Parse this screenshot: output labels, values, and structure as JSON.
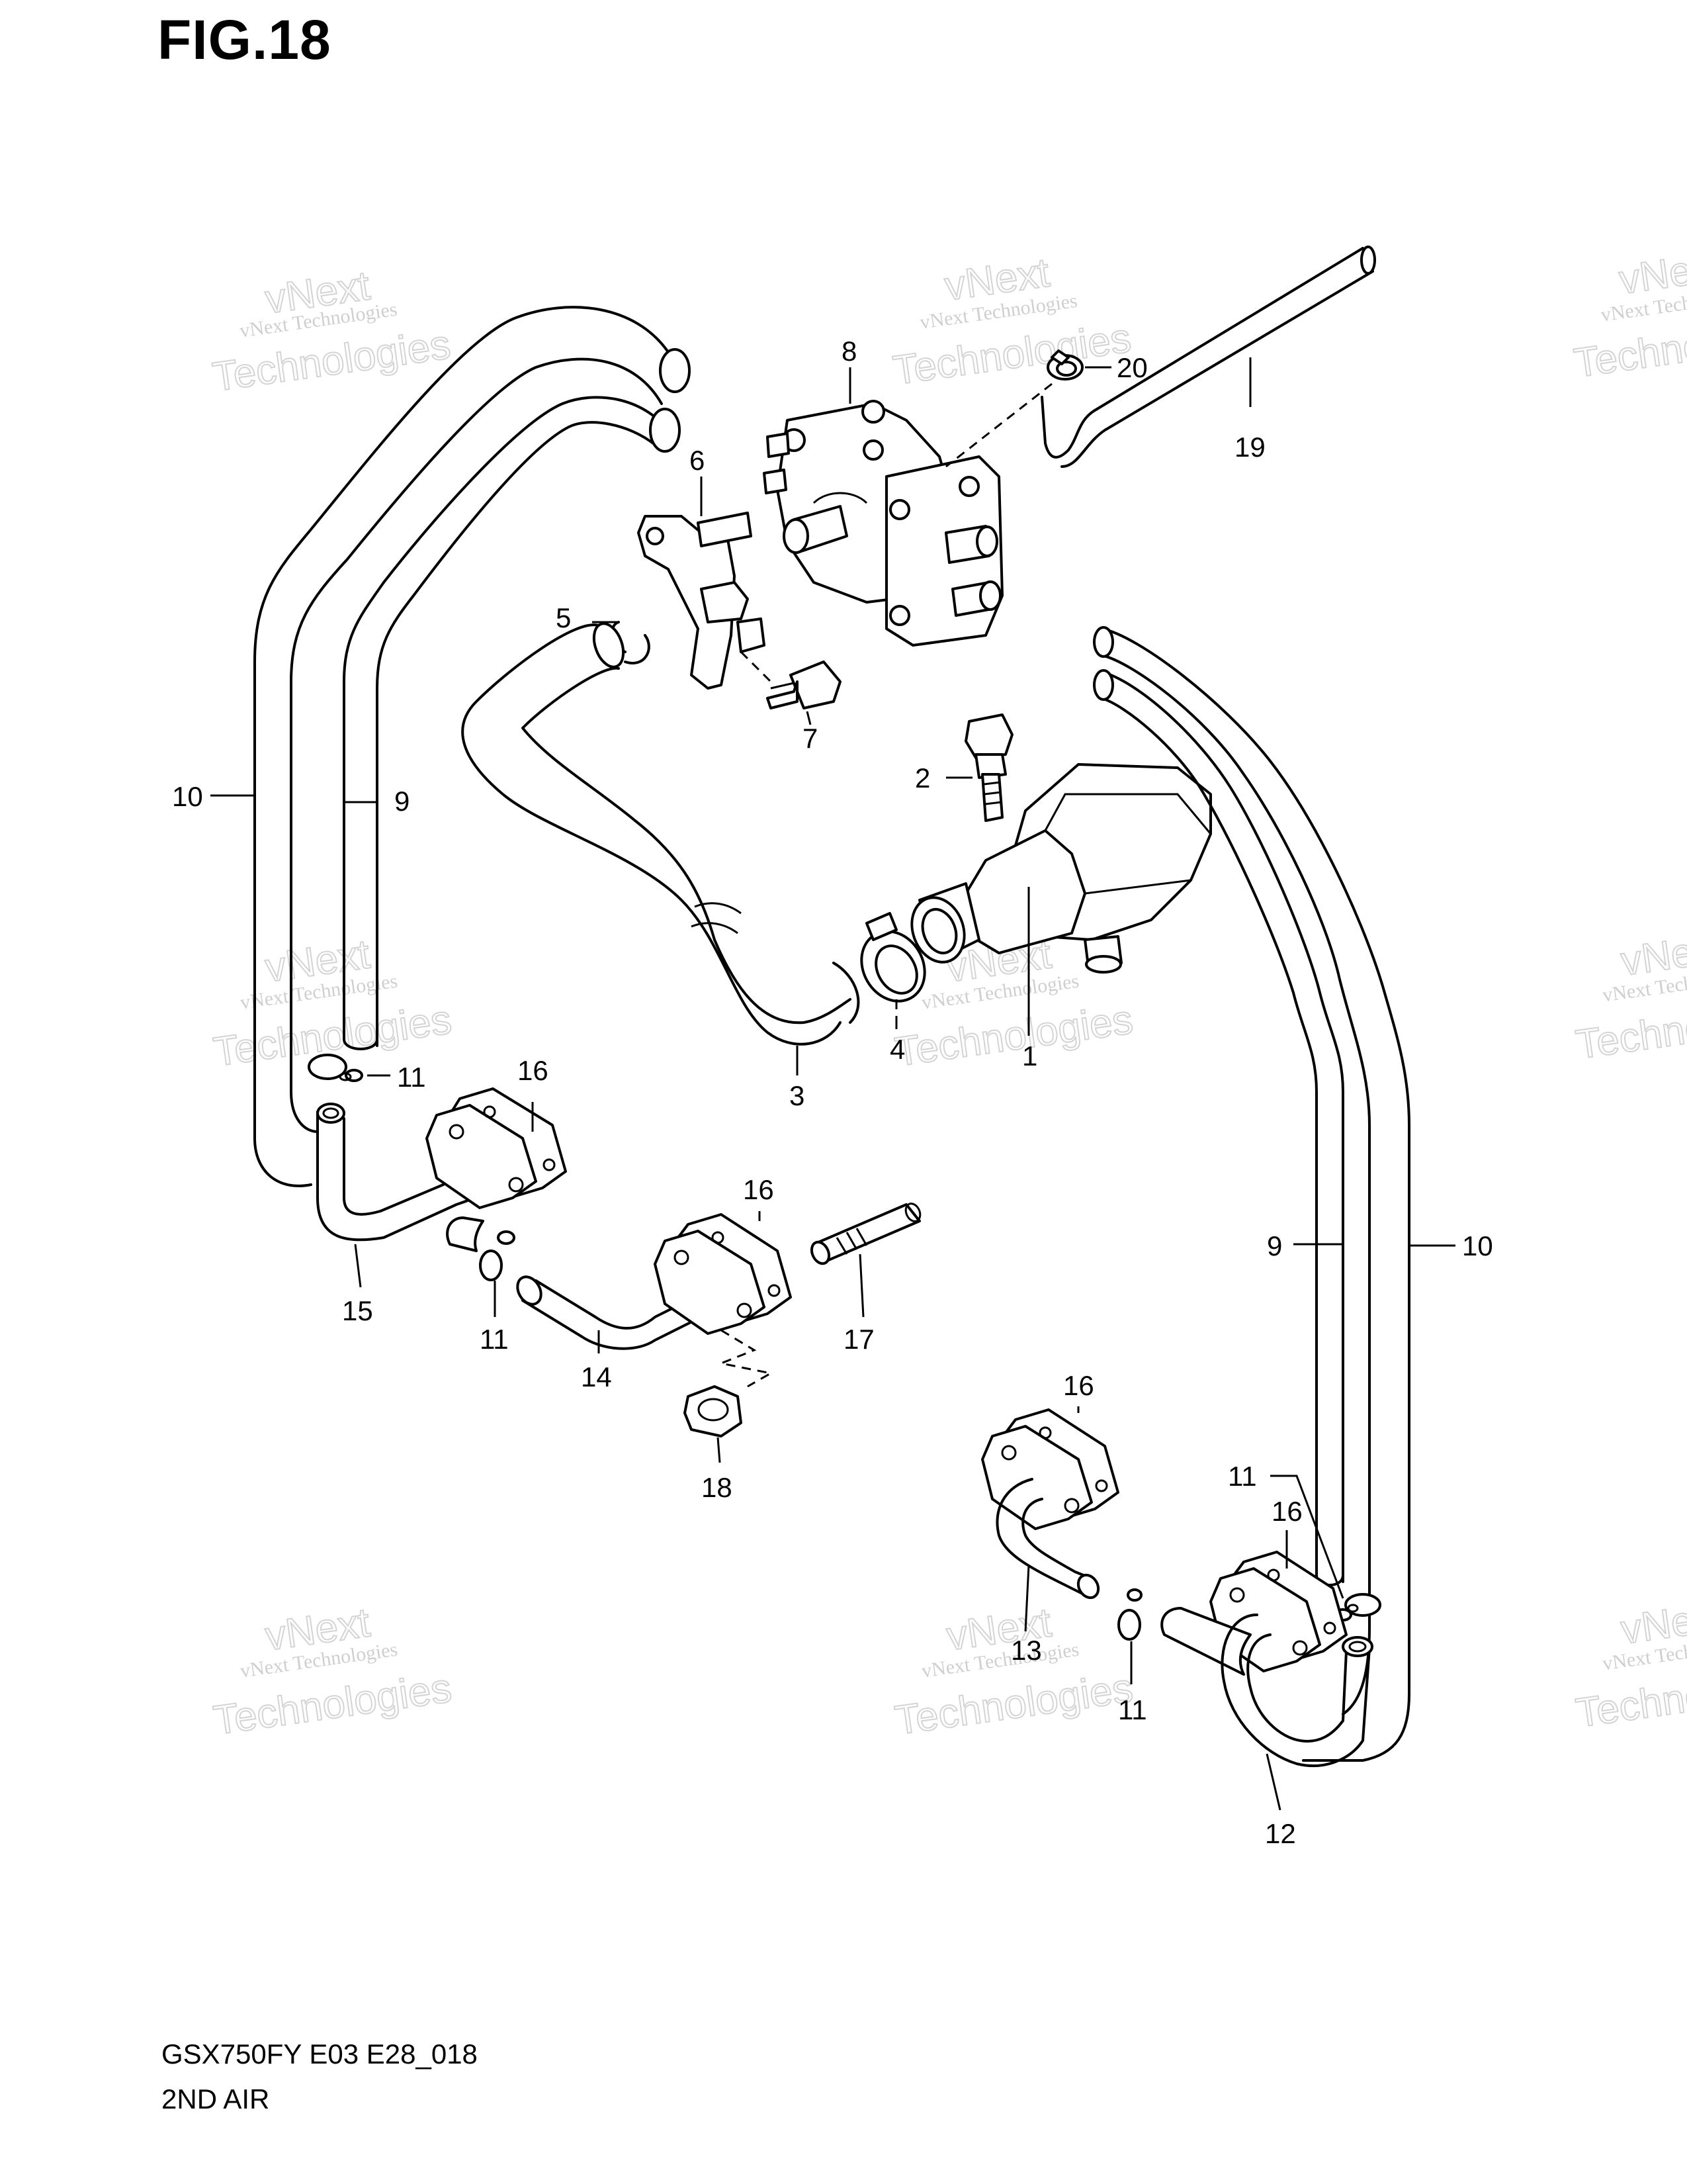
{
  "figure": {
    "title": "FIG.18",
    "model_code": "GSX750FY E03 E28_018",
    "section_name": "2ND AIR"
  },
  "watermark": {
    "line1": "vNext",
    "line2": "vNext Technologies",
    "line3": "Technologies"
  },
  "callouts": [
    {
      "id": "c1",
      "label": "1"
    },
    {
      "id": "c2",
      "label": "2"
    },
    {
      "id": "c3",
      "label": "3"
    },
    {
      "id": "c4",
      "label": "4"
    },
    {
      "id": "c5",
      "label": "5"
    },
    {
      "id": "c6",
      "label": "6"
    },
    {
      "id": "c7",
      "label": "7"
    },
    {
      "id": "c8",
      "label": "8"
    },
    {
      "id": "c9a",
      "label": "9"
    },
    {
      "id": "c9b",
      "label": "9"
    },
    {
      "id": "c10a",
      "label": "10"
    },
    {
      "id": "c10b",
      "label": "10"
    },
    {
      "id": "c11a",
      "label": "11"
    },
    {
      "id": "c11b",
      "label": "11"
    },
    {
      "id": "c11c",
      "label": "11"
    },
    {
      "id": "c11d",
      "label": "11"
    },
    {
      "id": "c12",
      "label": "12"
    },
    {
      "id": "c13",
      "label": "13"
    },
    {
      "id": "c14",
      "label": "14"
    },
    {
      "id": "c15",
      "label": "15"
    },
    {
      "id": "c16a",
      "label": "16"
    },
    {
      "id": "c16b",
      "label": "16"
    },
    {
      "id": "c16c",
      "label": "16"
    },
    {
      "id": "c16d",
      "label": "16"
    },
    {
      "id": "c17",
      "label": "17"
    },
    {
      "id": "c18",
      "label": "18"
    },
    {
      "id": "c19",
      "label": "19"
    },
    {
      "id": "c20",
      "label": "20"
    }
  ]
}
